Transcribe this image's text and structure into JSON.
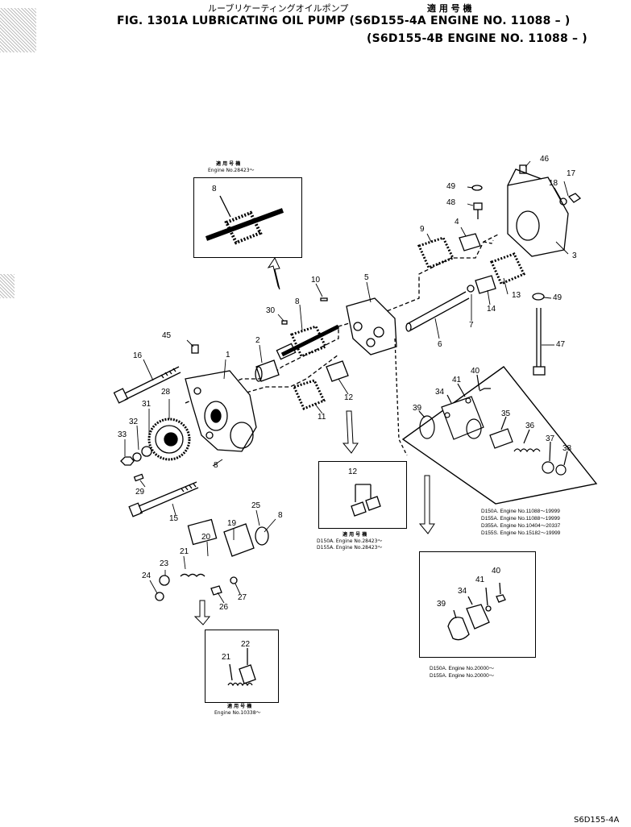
{
  "header": {
    "japanese_title": "ルーブリケーティングオイルポンプ",
    "applicable_no_label": "適 用 号 機",
    "fig_line": "FIG. 1301A  LUBRICATING OIL PUMP (S6D155-4A  ENGINE NO. 11088 – )",
    "second_line": "(S6D155-4B  ENGINE NO. 11088 – )"
  },
  "insets": {
    "top_gear": {
      "applicable_label": "適 用 号 機",
      "engine": "Engine No.28423～",
      "part": "8"
    },
    "bushings": {
      "applicable_label": "適 用 号 機",
      "engines": [
        "D150A.  Engine No.28423～",
        "D155A.  Engine No.28423～"
      ],
      "parts": [
        "12"
      ]
    },
    "relief_valve": {
      "parts": [
        "39",
        "34",
        "41",
        "40",
        "35",
        "36",
        "37",
        "38"
      ],
      "applicability": [
        "D150A.  Engine No.11088～19999",
        "D155A.  Engine No.11088～19999",
        "D355A.  Engine No.10404～20337",
        "D155S.  Engine No.15182～19999"
      ]
    },
    "cover": {
      "parts": [
        "39",
        "34",
        "41",
        "40"
      ],
      "engines": [
        "D150A.  Engine No.20000～",
        "D155A.  Engine No.20000～"
      ]
    },
    "spring": {
      "applicable_label": "適 用 号 機",
      "engine": "Engine No.10338～",
      "parts": [
        "21",
        "22"
      ]
    }
  },
  "callouts": [
    "1",
    "2",
    "3",
    "4",
    "5",
    "6",
    "7",
    "8",
    "9",
    "10",
    "11",
    "12",
    "13",
    "14",
    "15",
    "16",
    "17",
    "18",
    "19",
    "20",
    "21",
    "23",
    "24",
    "25",
    "26",
    "27",
    "28",
    "29",
    "30",
    "31",
    "32",
    "33",
    "45",
    "46",
    "47",
    "48",
    "49"
  ],
  "footer": {
    "model_code": "S6D155-4A"
  }
}
